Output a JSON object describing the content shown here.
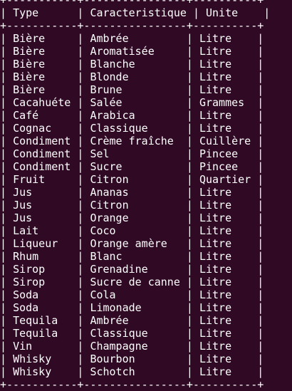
{
  "table": {
    "border": "+-----------+----------------+----------+",
    "headers": [
      "Type",
      "Caracteristique",
      "Unite"
    ],
    "rows": [
      [
        "Bière",
        "Ambrée",
        "Litre"
      ],
      [
        "Bière",
        "Aromatisée",
        "Litre"
      ],
      [
        "Bière",
        "Blanche",
        "Litre"
      ],
      [
        "Bière",
        "Blonde",
        "Litre"
      ],
      [
        "Bière",
        "Brune",
        "Litre"
      ],
      [
        "Cacahuéte",
        "Salée",
        "Grammes"
      ],
      [
        "Café",
        "Arabica",
        "Litre"
      ],
      [
        "Cognac",
        "Classique",
        "Litre"
      ],
      [
        "Condiment",
        "Crème fraîche",
        "Cuillère"
      ],
      [
        "Condiment",
        "Sel",
        "Pincee"
      ],
      [
        "Condiment",
        "Sucre",
        "Pincee"
      ],
      [
        "Fruit",
        "Citron",
        "Quartier"
      ],
      [
        "Jus",
        "Ananas",
        "Litre"
      ],
      [
        "Jus",
        "Citron",
        "Litre"
      ],
      [
        "Jus",
        "Orange",
        "Litre"
      ],
      [
        "Lait",
        "Coco",
        "Litre"
      ],
      [
        "Liqueur",
        "Orange amère",
        "Litre"
      ],
      [
        "Rhum",
        "Blanc",
        "Litre"
      ],
      [
        "Sirop",
        "Grenadine",
        "Litre"
      ],
      [
        "Sirop",
        "Sucre de canne",
        "Litre"
      ],
      [
        "Soda",
        "Cola",
        "Litre"
      ],
      [
        "Soda",
        "Limonade",
        "Litre"
      ],
      [
        "Tequila",
        "Ambrée",
        "Litre"
      ],
      [
        "Tequila",
        "Classique",
        "Litre"
      ],
      [
        "Vin",
        "Champagne",
        "Litre"
      ],
      [
        "Whisky",
        "Bourbon",
        "Litre"
      ],
      [
        "Whisky",
        "Schotch",
        "Litre"
      ]
    ]
  },
  "colors": {
    "background": "#300a24",
    "text": "#ffffff"
  }
}
